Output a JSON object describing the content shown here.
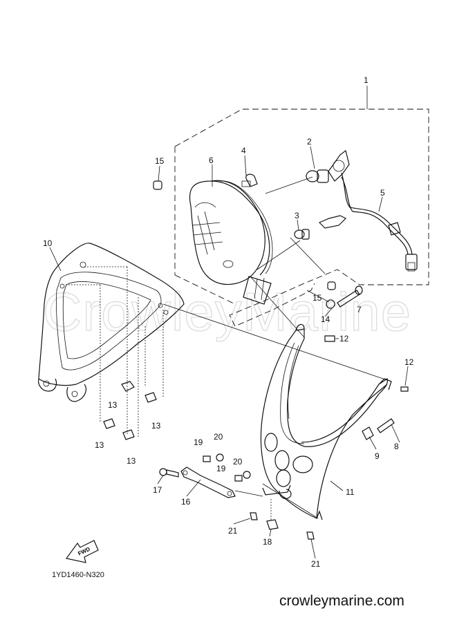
{
  "watermark": "CrowleyMarine",
  "diagram_code": "1YD1460-N320",
  "site_url": "crowleymarine.com",
  "fwd_label": "FWD",
  "callouts": {
    "c1": "1",
    "c2": "2",
    "c3": "3",
    "c4": "4",
    "c5": "5",
    "c6": "6",
    "c7": "7",
    "c8": "8",
    "c9": "9",
    "c10": "10",
    "c11": "11",
    "c12a": "12",
    "c12b": "12",
    "c13a": "13",
    "c13b": "13",
    "c13c": "13",
    "c13d": "13",
    "c14": "14",
    "c15a": "15",
    "c15b": "15",
    "c16": "16",
    "c17": "17",
    "c18": "18",
    "c19a": "19",
    "c19b": "19",
    "c20a": "20",
    "c20b": "20",
    "c21a": "21",
    "c21b": "21"
  }
}
